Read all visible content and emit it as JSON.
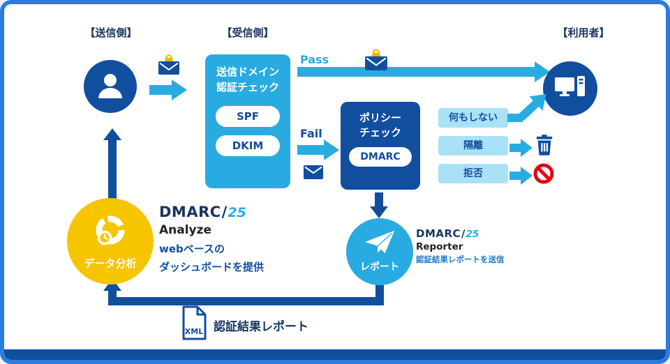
{
  "labels": {
    "sender": "【送信側】",
    "receiver": "【受信側】",
    "user": "【利用者】"
  },
  "flow": {
    "pass_label": "Pass",
    "fail_label": "Fail"
  },
  "auth_box": {
    "title_line1": "送信ドメイン",
    "title_line2": "認証チェック",
    "pill_spf": "SPF",
    "pill_dkim": "DKIM"
  },
  "policy_box": {
    "title_line1": "ポリシー",
    "title_line2": "チェック",
    "pill_dmarc": "DMARC"
  },
  "outcomes": {
    "none": "何もしない",
    "quarantine": "隔離",
    "reject": "拒否"
  },
  "analyze": {
    "logo_brand": "DMARC",
    "logo_slash": "/",
    "logo_suffix": "25",
    "product": "Analyze",
    "desc_line1": "webベースの",
    "desc_line2": "ダッシュボードを提供",
    "circle_label": "データ分析"
  },
  "reporter": {
    "logo_brand": "DMARC",
    "logo_slash": "/",
    "logo_suffix": "25",
    "product": "Reporter",
    "desc": "認証結果レポートを送信",
    "circle_label": "レポート"
  },
  "xml_report": {
    "doc_label": "XML",
    "label": "認証結果レポート"
  },
  "colors": {
    "dark_blue": "#114e9e",
    "cyan": "#29abe2",
    "light_cyan": "#a9e2f6",
    "yellow": "#f6c500",
    "navy_text": "#17355e",
    "frame_border": "#2b7ce2",
    "red": "#e30613"
  }
}
